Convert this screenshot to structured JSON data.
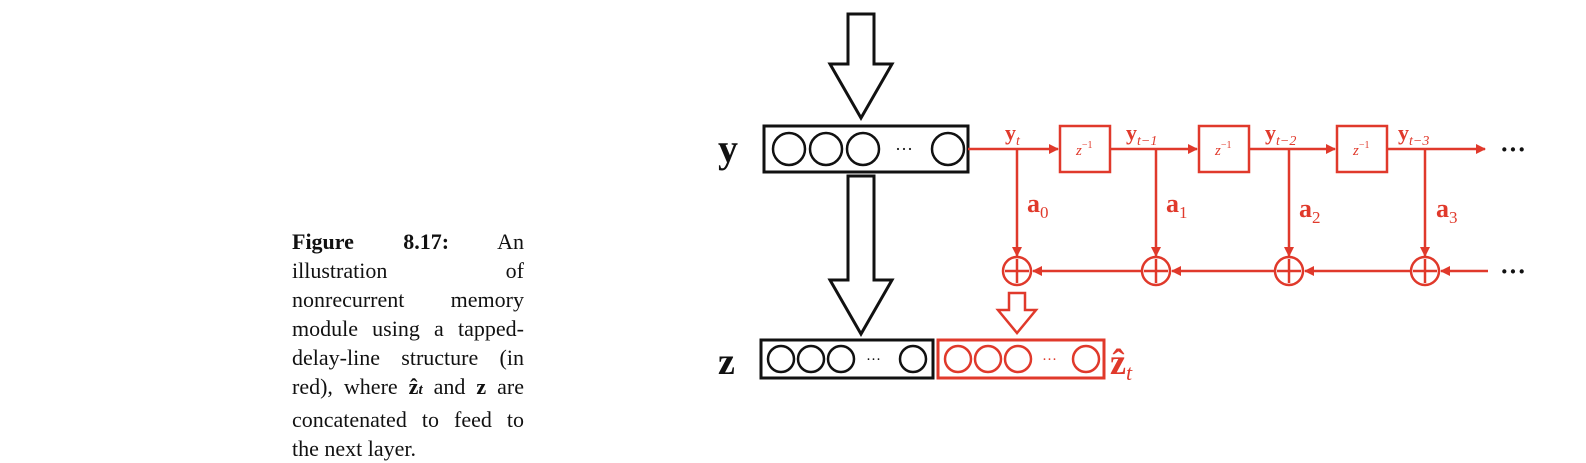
{
  "caption": {
    "figure_label": "Figure 8.17:",
    "text_before": "An illustration of nonrecurrent memory module using a tapped-delay-line structure (in red), where",
    "zhat": "ẑ",
    "zhat_sub": "t",
    "text_and": "and",
    "z": "z",
    "text_after": "are concatenated to feed to the next layer."
  },
  "diagram": {
    "input_label": "y",
    "output_label": "z",
    "dots": "···",
    "ellipsis": "···",
    "delay_label": "z",
    "delay_exp": "−1",
    "taps": [
      {
        "y": "y",
        "sub": "t"
      },
      {
        "y": "y",
        "sub": "t−1"
      },
      {
        "y": "y",
        "sub": "t−2"
      },
      {
        "y": "y",
        "sub": "t−3"
      }
    ],
    "weights": [
      {
        "a": "a",
        "sub": "0"
      },
      {
        "a": "a",
        "sub": "1"
      },
      {
        "a": "a",
        "sub": "2"
      },
      {
        "a": "a",
        "sub": "3"
      }
    ],
    "zhat_label": "ẑ",
    "zhat_sub": "t",
    "colors": {
      "red": "#e0392b",
      "black": "#111111"
    }
  }
}
